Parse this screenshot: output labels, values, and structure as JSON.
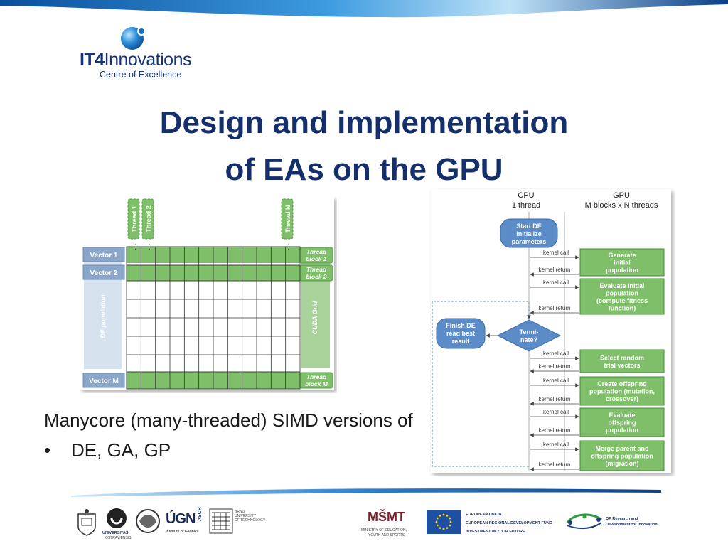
{
  "slide": {
    "title_line1": "Design and implementation",
    "title_line2": "of EAs on the GPU",
    "body_line": "Manycore (many-threaded) SIMD versions of",
    "bullet_mark": "•",
    "bullet_item": "DE, GA, GP"
  },
  "logo": {
    "brand_bold": "IT4",
    "brand_light": "Innovations",
    "subtitle": "Centre of Excellence"
  },
  "grid_figure": {
    "threads": [
      "Thread 1",
      "Thread 2",
      "Thread N"
    ],
    "dots": "⋮",
    "vectors": [
      "Vector 1",
      "Vector 2",
      "Vector M"
    ],
    "population_label": "DE population",
    "blocks": [
      [
        "Thread",
        "block 1"
      ],
      [
        "Thread",
        "block 2"
      ],
      [
        "Thread",
        "block M"
      ]
    ],
    "grid_label": "CUDA Grid"
  },
  "flow_figure": {
    "cpu_header": [
      "CPU",
      "1 thread"
    ],
    "gpu_header": [
      "GPU",
      "M blocks x N threads"
    ],
    "start_box": [
      "Start DE",
      "Initialize",
      "parameters"
    ],
    "terminate": [
      "Termi-",
      "nate?"
    ],
    "finish_box": [
      "Finish DE",
      "read best",
      "result"
    ],
    "kernel_call": "kernel call",
    "kernel_return": "kernel return",
    "gpu_steps": [
      [
        "Generate",
        "initial",
        "population"
      ],
      [
        "Evaluate initial",
        "population",
        "(compute fitness",
        "function)"
      ],
      [
        "Select random",
        "trial vectors"
      ],
      [
        "Create offspring",
        "population (mutation,",
        "crossover)"
      ],
      [
        "Evaluate",
        "offspring",
        "population"
      ],
      [
        "Merge parent and",
        "offspring population",
        "(migration)"
      ]
    ]
  },
  "footer": {
    "univ_name": "UNIVERSITAS",
    "univ_sub": "OSTRAVIENSIS",
    "uoc_text": "ÚGN",
    "uoc_sub": "Institute of Geonics",
    "asc": "ASCR",
    "brno": [
      "BRNO",
      "UNIVERSITY",
      "OF TECHNOLOGY"
    ],
    "msmt": "MŠMT",
    "msmt_sub": [
      "MINISTRY OF EDUCATION,",
      "YOUTH AND SPORTS"
    ],
    "eu_lines": [
      "EUROPEAN UNION",
      "EUROPEAN REGIONAL DEVELOPMENT FUND",
      "INVESTMENT IN YOUR FUTURE"
    ],
    "op_lines": [
      "OP Research and",
      "Development for Innovation"
    ]
  },
  "colors": {
    "title": "#152f6b",
    "green_box": "#7fbf6a",
    "green_border": "#3f8f2f",
    "blue_box": "#5b8cc8",
    "vector_box": "#8aa6c9"
  }
}
